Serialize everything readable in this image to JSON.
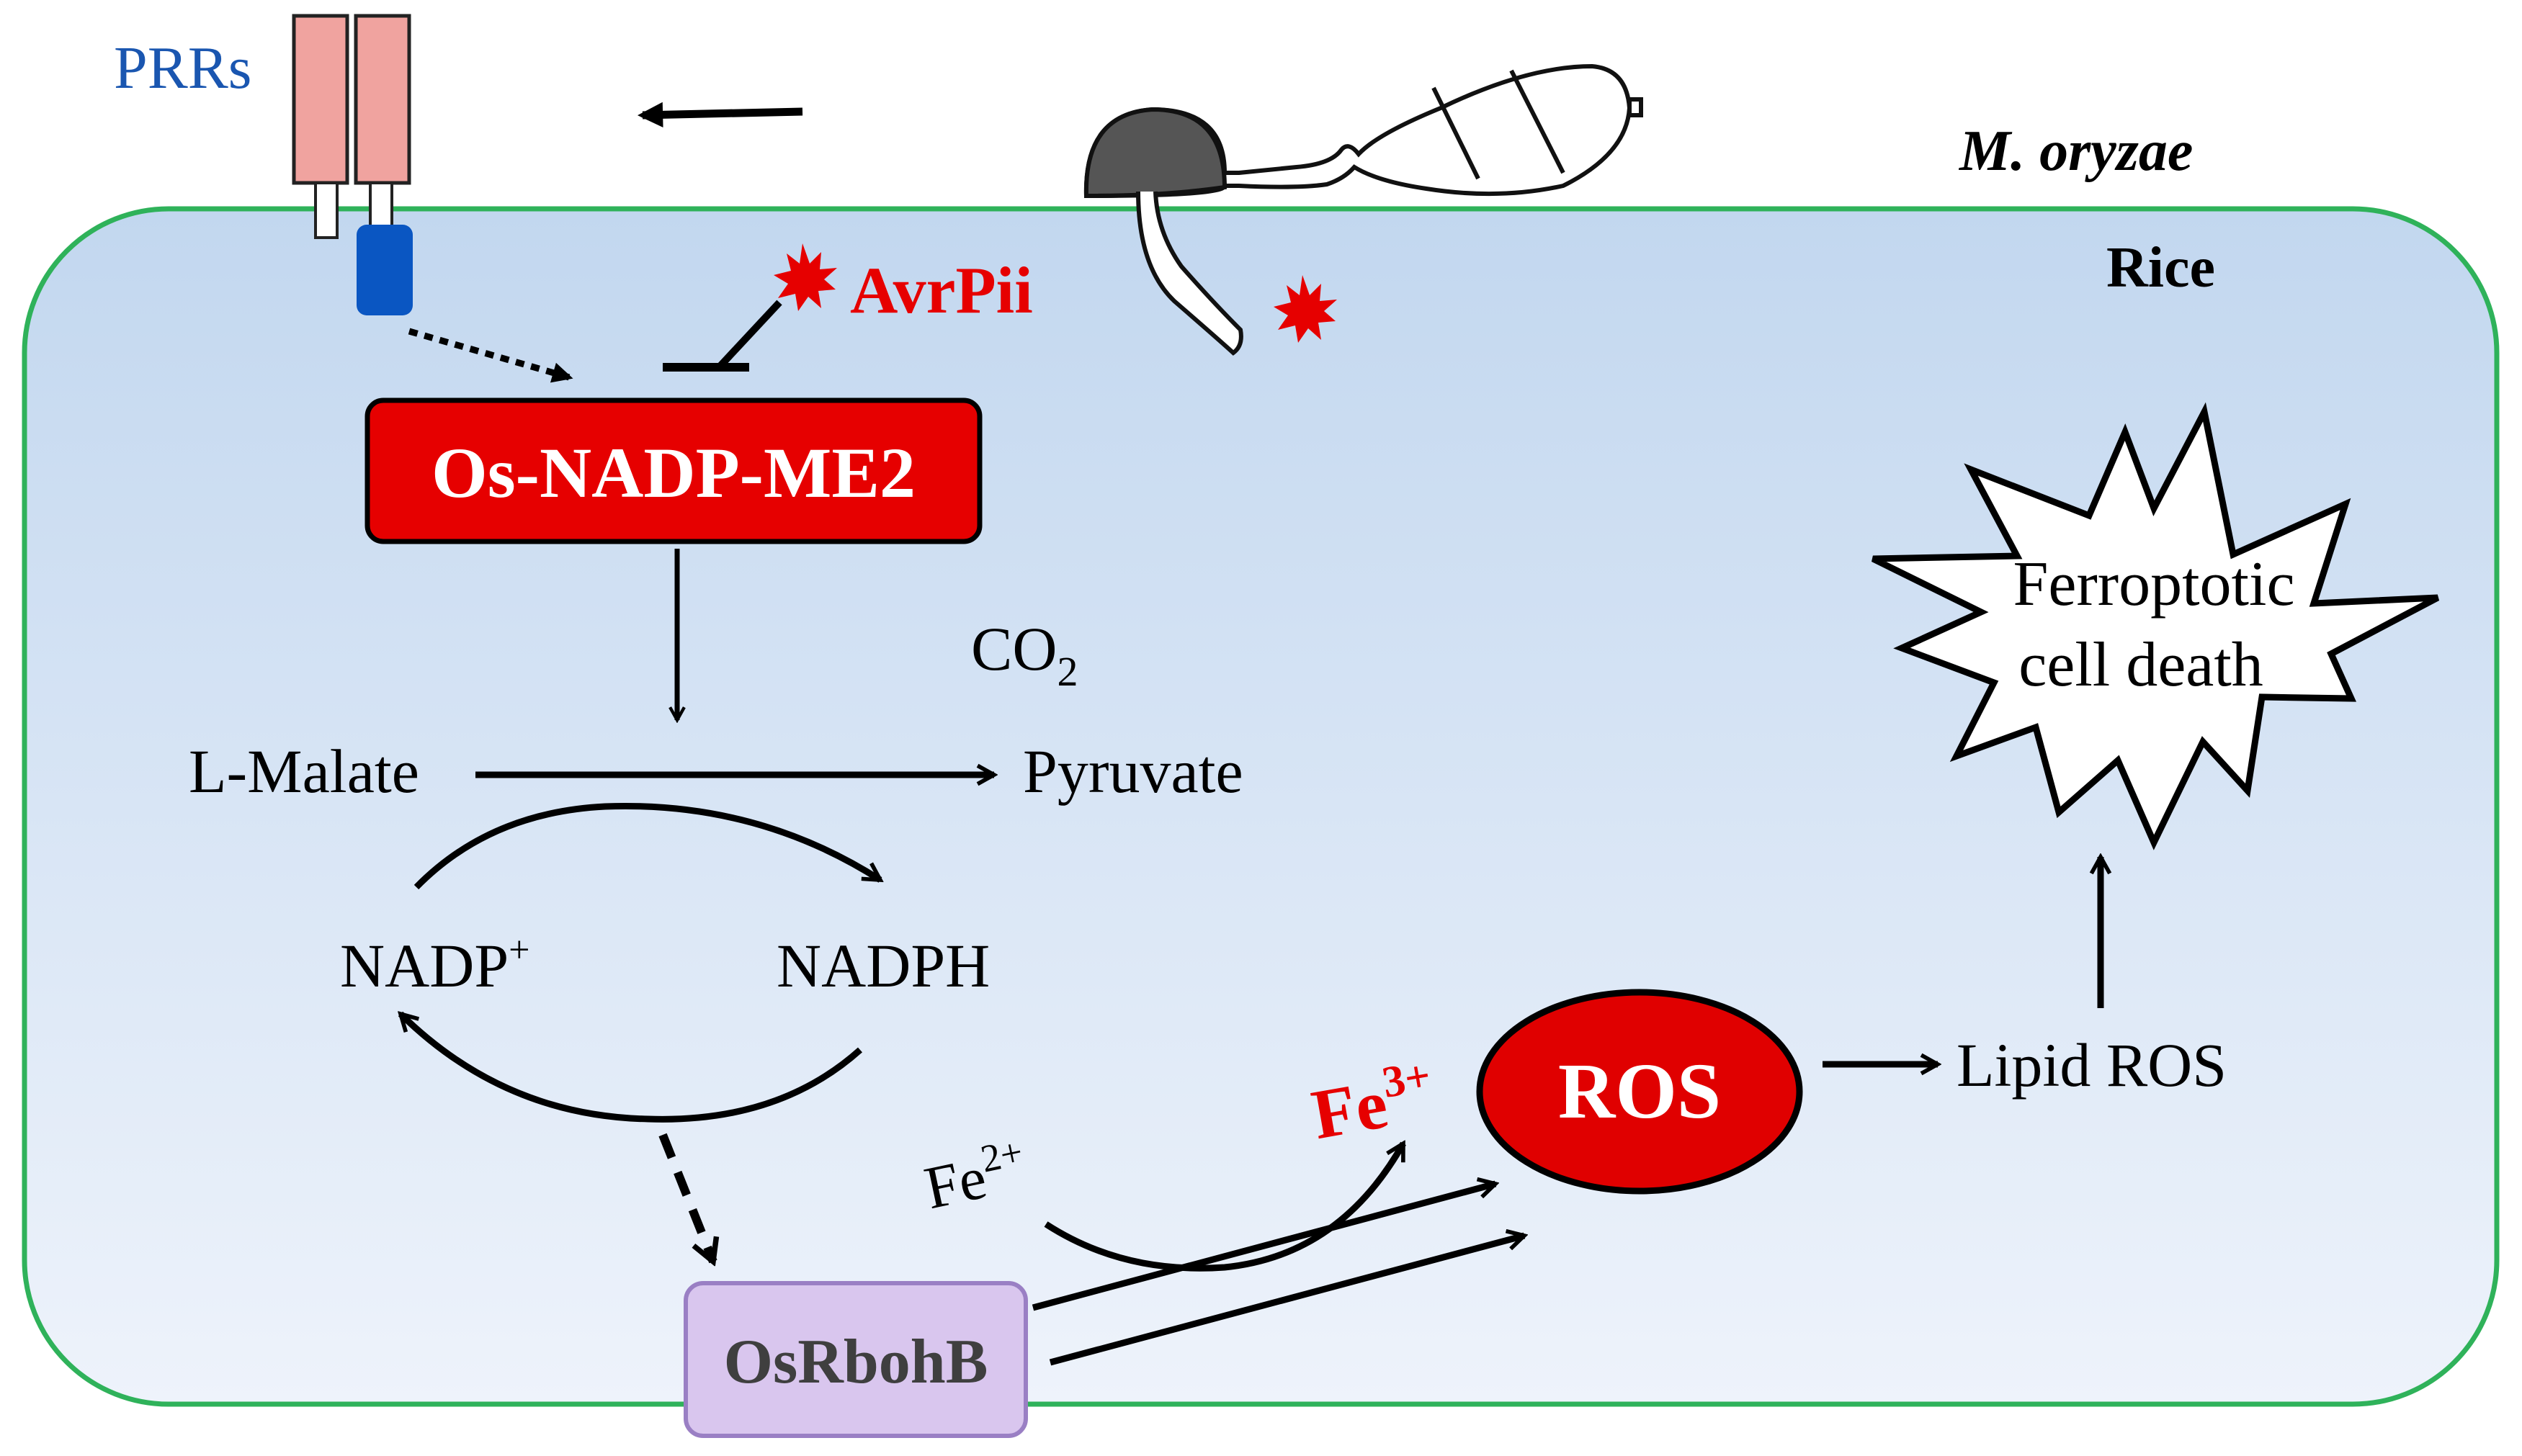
{
  "labels": {
    "prrs": "PRRs",
    "pathogen": "M. oryzae",
    "host": "Rice",
    "effector": "AvrPii",
    "enzyme": "Os-NADP-ME2",
    "co2_main": "CO",
    "co2_sub": "2",
    "malate": "L-Malate",
    "pyruvate": "Pyruvate",
    "nadp_main": "NADP",
    "nadp_sup": "+",
    "nadph": "NADPH",
    "fe2_main": "Fe",
    "fe2_sup": "2+",
    "fe3_main": "Fe",
    "fe3_sup": "3+",
    "ros": "ROS",
    "lipid_ros": "Lipid ROS",
    "death_line1": "Ferroptotic",
    "death_line2": "cell death",
    "oxidase": "OsRbohB"
  },
  "colors": {
    "cell_fill_top": "#c2d7ef",
    "cell_fill_bottom": "#eef3fb",
    "cell_border": "#2fb25a",
    "prr_receptor": "#f0a39f",
    "prr_kinase": "#0a56c2",
    "prr_label": "#1a56b0",
    "accent_red": "#e60000",
    "ros_fill": "#e00000",
    "oxidase_fill": "#d9c6ee",
    "oxidase_border": "#9a7fc4",
    "oxidase_text": "#3f3f3f",
    "fungus_dark": "#555555"
  },
  "icons": [
    "effector-burst-icon",
    "fungus-icon",
    "receptor-icon",
    "starburst-icon"
  ]
}
